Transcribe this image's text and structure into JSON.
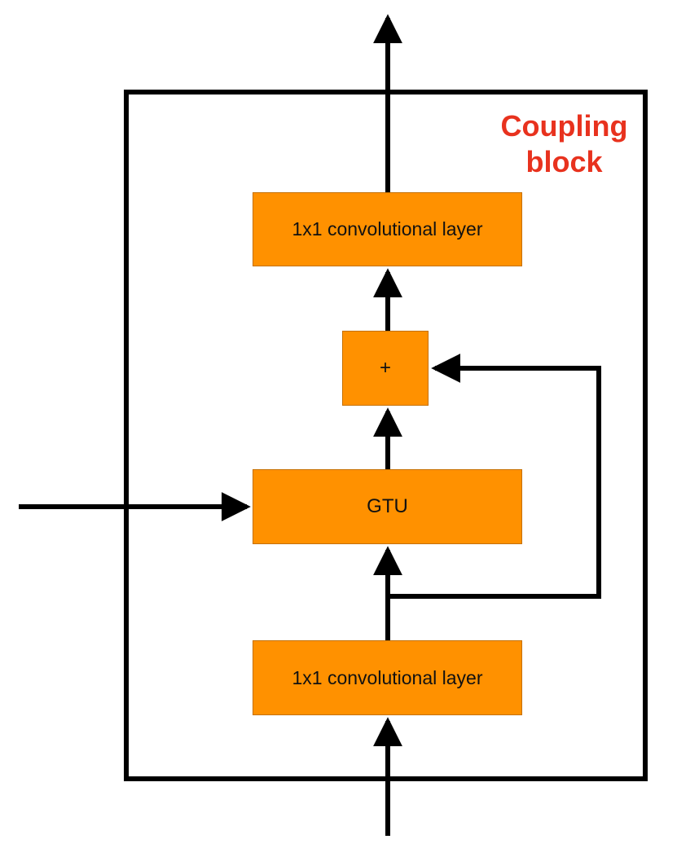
{
  "block": {
    "label_line1": "Coupling",
    "label_line2": "block",
    "label_color": "#E8321E",
    "border_color": "#000000"
  },
  "nodes": {
    "conv_top": "1x1 convolutional layer",
    "add": "+",
    "gtu": "GTU",
    "conv_bottom": "1x1 convolutional layer",
    "fill_color": "#FF9100"
  }
}
